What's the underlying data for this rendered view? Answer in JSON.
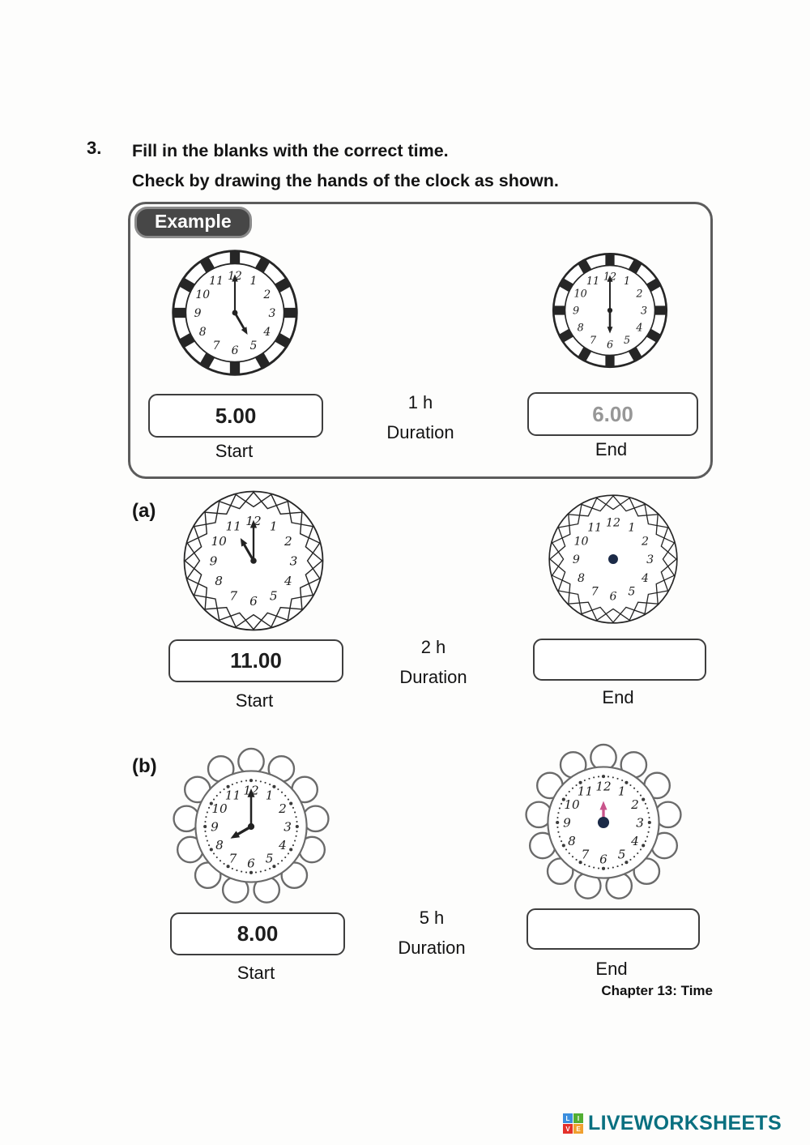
{
  "question": {
    "number": "3.",
    "line1": "Fill in the blanks with the correct time.",
    "line2": "Check by drawing the hands of the clock as shown."
  },
  "example": {
    "tab_label": "Example",
    "start_clock": {
      "style": "bezel",
      "time": "5:00"
    },
    "end_clock": {
      "style": "bezel",
      "time": "6:00"
    },
    "start_value": "5.00",
    "start_label": "Start",
    "duration_value": "1 h",
    "duration_label": "Duration",
    "end_value": "6.00",
    "end_label": "End"
  },
  "part_a": {
    "label": "(a)",
    "start_clock": {
      "style": "triangle",
      "time": "11:00"
    },
    "end_clock": {
      "style": "triangle",
      "time": null,
      "center_dot": "#1b2a47"
    },
    "start_value": "11.00",
    "start_label": "Start",
    "duration_value": "2 h",
    "duration_label": "Duration",
    "end_value": "",
    "end_label": "End"
  },
  "part_b": {
    "label": "(b)",
    "start_clock": {
      "style": "scallop",
      "time": "8:00"
    },
    "end_clock": {
      "style": "scallop",
      "time": "12:00",
      "hands": "hour",
      "hand_color": "#c9548b",
      "center_dot": "#1b2a47"
    },
    "start_value": "8.00",
    "start_label": "Start",
    "duration_value": "5 h",
    "duration_label": "Duration",
    "end_value": "",
    "end_label": "End"
  },
  "footer": {
    "chapter": "Chapter 13: Time",
    "brand": "LIVEWORKSHEETS",
    "logo_letters": [
      "L",
      "I",
      "V",
      "E"
    ]
  }
}
